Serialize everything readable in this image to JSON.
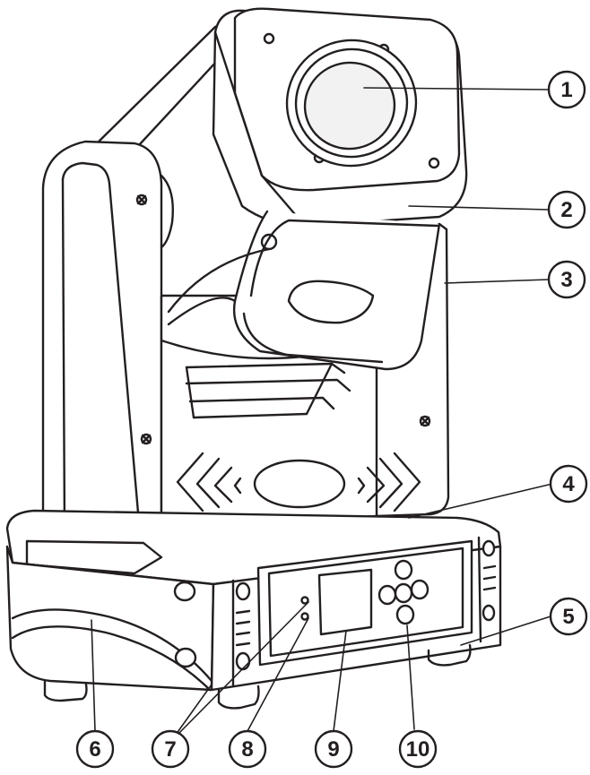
{
  "diagram": {
    "callouts": [
      {
        "number": "1"
      },
      {
        "number": "2"
      },
      {
        "number": "3"
      },
      {
        "number": "4"
      },
      {
        "number": "5"
      },
      {
        "number": "6"
      },
      {
        "number": "7"
      },
      {
        "number": "8"
      },
      {
        "number": "9"
      },
      {
        "number": "10"
      }
    ]
  },
  "colors": {
    "line": "#231f20",
    "body_fill": "#ffffff",
    "lens_fill": "#f2f2f2"
  }
}
